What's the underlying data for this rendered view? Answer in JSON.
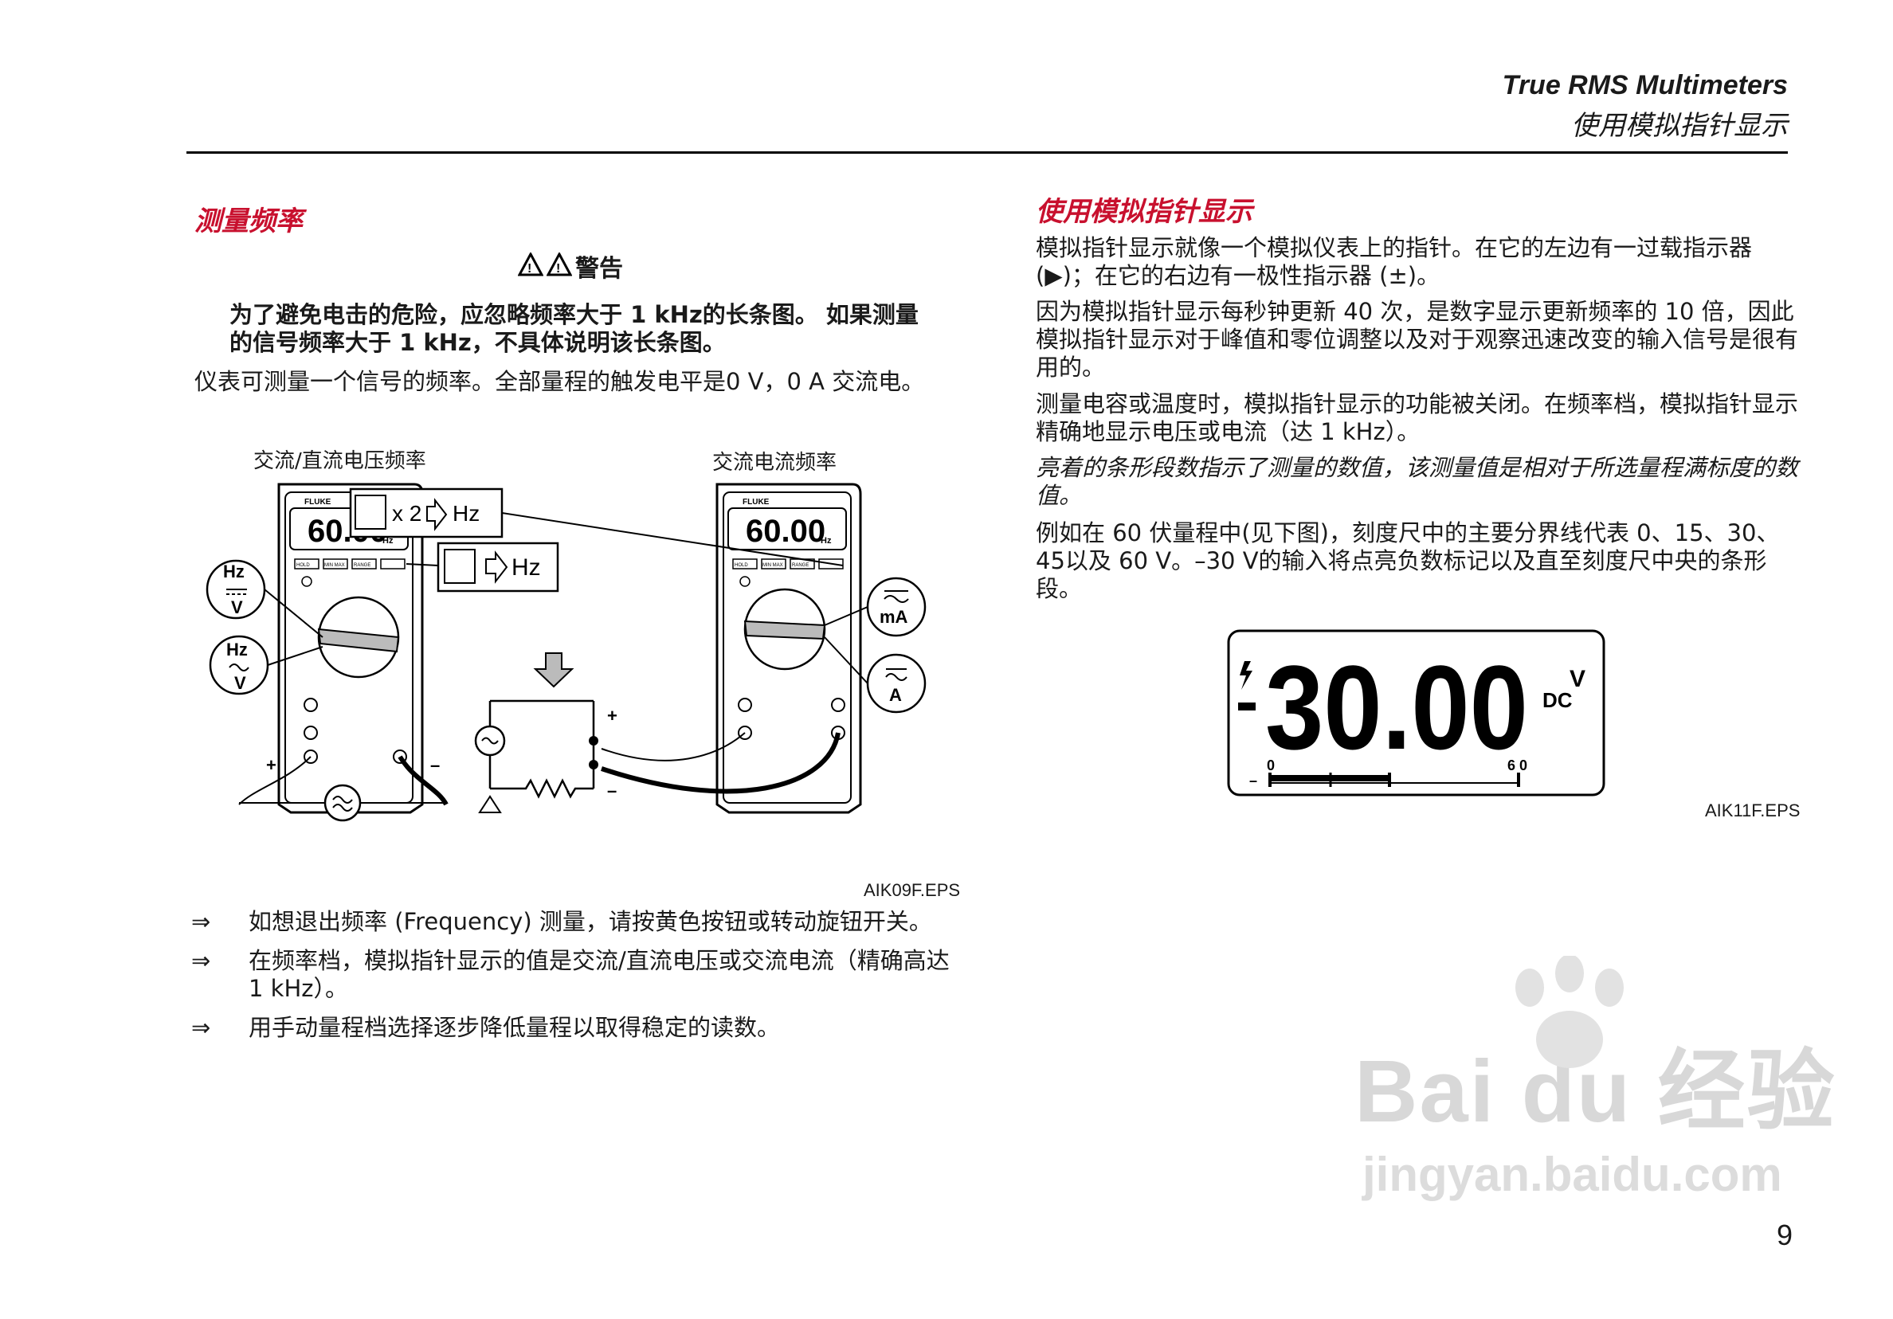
{
  "header": {
    "title_en": "True RMS Multimeters",
    "title_zh": "使用模拟指针显示"
  },
  "left": {
    "section_title": "测量频率",
    "warning_title": "警告",
    "warning_text": "为了避免电击的危险，应忽略频率大于 1 kHz的长条图。 如果测量的信号频率大于 1 kHz，不具体说明该长条图。",
    "intro": "仪表可测量一个信号的频率。全部量程的触发电平是0 V，0 A 交流电。",
    "figure": {
      "label_left": "交流/直流电压频率",
      "label_right": "交流电流频率",
      "display_value": "60.00",
      "display_unit": "Hz",
      "brand": "FLUKE",
      "btn_hz": "Hz",
      "btn_x2": "x 2",
      "meter_buttons": [
        "HOLD",
        "MIN MAX",
        "RANGE"
      ],
      "dial_labels": {
        "hz_dcv_top": "Hz",
        "hz_dcv_bottom": "V",
        "hz_acv_top": "Hz",
        "hz_acv_bottom": "V",
        "ma": "mA",
        "a": "A"
      },
      "plus": "+",
      "minus": "–",
      "caption": "AIK09F.EPS"
    },
    "bullets": [
      {
        "arrow": "⇒",
        "text": "如想退出频率 (Frequency) 测量，请按黄色按钮或转动旋钮开关。"
      },
      {
        "arrow": "⇒",
        "text": "在频率档，模拟指针显示的值是交流/直流电压或交流电流（精确高达 1 kHz）。"
      },
      {
        "arrow": "⇒",
        "text": "用手动量程档选择逐步降低量程以取得稳定的读数。"
      }
    ]
  },
  "right": {
    "section_title": "使用模拟指针显示",
    "p1": "模拟指针显示就像一个模拟仪表上的指针。在它的左边有一过载指示器 (▶)；在它的右边有一极性指示器 (±)。",
    "p2": "因为模拟指针显示每秒钟更新 40 次，是数字显示更新频率的 10 倍，因此模拟指针显示对于峰值和零位调整以及对于观察迅速改变的输入信号是很有用的。",
    "p3": "测量电容或温度时，模拟指针显示的功能被关闭。在频率档，模拟指针显示精确地显示电压或电流（达 1 kHz）。",
    "p4": "亮着的条形段数指示了测量的数值，该测量值是相对于所选量程满标度的数值。",
    "p5": "例如在 60 伏量程中(见下图)，刻度尺中的主要分界线代表 0、15、30、45以及 60 V。–30 V的输入将点亮负数标记以及直至刻度尺中央的条形段。",
    "lcd": {
      "value": "30.00",
      "sign": "-",
      "unit_dc": "DC",
      "unit_v": "V",
      "scale_min": "0",
      "scale_max": "6 0",
      "bar_minus": "–",
      "caption": "AIK11F.EPS"
    }
  },
  "watermark": {
    "brand": "Bai du 经验",
    "url": "jingyan.baidu.com"
  },
  "page_number": "9"
}
